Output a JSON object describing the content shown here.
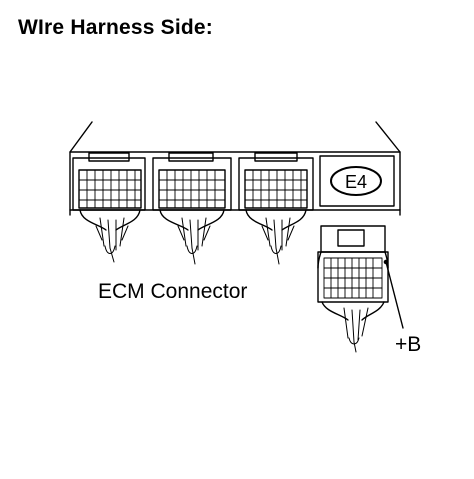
{
  "title": "WIre Harness Side:",
  "connector_id": "E4",
  "labels": {
    "ecm_connector": "ECM Connector",
    "terminal": "+B"
  }
}
